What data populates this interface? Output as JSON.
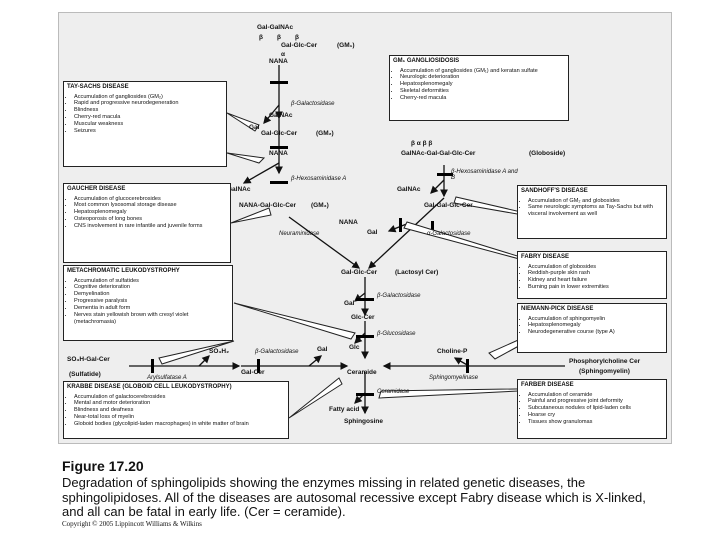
{
  "nodes": {
    "gal_galnac": "Gal-GalNAc",
    "beta1": "β",
    "beta2": "β",
    "beta3": "β",
    "alpha1": "α",
    "gal_glc_cer_top": "Gal-Glc-Cer",
    "gm1": "(GM₁)",
    "nana1": "NANA",
    "gal1": "Gal",
    "galnac1": "GalNAc",
    "gal_glc_cer_gm2": "Gal-Glc-Cer",
    "gm2a": "(GM₂)",
    "nana2": "NANA",
    "globo_greek": "β   α   β   β",
    "globoside_chain": "GalNAc-Gal-Gal-Glc-Cer",
    "globoside_label": "(Globoside)",
    "galnac2": "GalNAc",
    "galnac3": "GalNAc",
    "nana_gal_glc_cer": "NANA-Gal-Glc-Cer",
    "gm3": "(GM₃)",
    "gal_gal_glc_cer": "Gal-Gal-Glc-Cer",
    "nana3": "NANA",
    "gal2": "Gal",
    "gal_glc_cer_lac": "Gal-Glc-Cer",
    "lactosyl": "(Lactosyl Cer)",
    "gal3": "Gal",
    "glc_cer": "Glc-Cer",
    "glc": "Glc",
    "so3h_gal_cer": "SO₃H-Gal-Cer",
    "sulfatide": "(Sulfatide)",
    "so3h2": "SO₃H₂",
    "gal_cer": "Gal-Cer",
    "gal4": "Gal",
    "ceramide": "Ceramide",
    "choline": "Choline-P",
    "phospho": "Phosphorylcholine Cer",
    "sphingomyelin": "(Sphingomyelin)",
    "fatty_acid": "Fatty acid",
    "sphingosine": "Sphingosine"
  },
  "enzymes": {
    "b_gal1": "β-Galactosidase",
    "hexa": "β-Hexosaminidase A",
    "hexab": "β-Hexosaminidase A and B",
    "neuraminidase": "Neuraminidase",
    "a_gal": "α-Galactosidase",
    "b_gal2": "β-Galactosidase",
    "b_gluc": "β-Glucosidase",
    "arylsulf": "Arylsulfatase A",
    "b_gal3": "β-Galactosidase",
    "sphingo": "Sphingomyelinase",
    "ceramidase": "Ceramidase"
  },
  "boxes": {
    "gm1": {
      "title": "GM₁ GANGLIOSIDOSIS",
      "items": [
        "Accumulation of gangliosides (GM₁) and keratan sulfate",
        "Neurologic deterioration",
        "Hepatosplenomegaly",
        "Skeletal deformities",
        "Cherry-red macula"
      ]
    },
    "tay": {
      "title": "TAY-SACHS DISEASE",
      "items": [
        "Accumulation of gangliosides (GM₂)",
        "Rapid and progressive neurodegeneration",
        "Blindness",
        "Cherry-red macula",
        "Muscular weakness",
        "Seizures"
      ]
    },
    "gaucher": {
      "title": "GAUCHER DISEASE",
      "items": [
        "Accumulation of glucocerebrosides",
        "Most common lysosomal storage disease",
        "Hepatosplenomegaly",
        "Osteoporosis of long bones",
        "CNS involvement in rare infantile and juvenile forms"
      ]
    },
    "sandhoff": {
      "title": "SANDHOFF'S DISEASE",
      "items": [
        "Accumulation of GM₂ and globosides",
        "Same neurologic symptoms as Tay-Sachs but with visceral involvement as well"
      ]
    },
    "fabry": {
      "title": "FABRY DISEASE",
      "items": [
        "Accumulation of globosides",
        "Reddish-purple skin rash",
        "Kidney and heart failure",
        "Burning pain in lower extremities"
      ]
    },
    "mld": {
      "title": "METACHROMATIC LEUKODYSTROPHY",
      "items": [
        "Accumulation of sulfatides",
        "Cognitive deterioration",
        "Demyelination",
        "Progressive paralysis",
        "Dementia in adult form",
        "Nerves stain yellowish brown with cresyl violet (metachromasia)"
      ]
    },
    "niemann": {
      "title": "NIEMANN-PICK DISEASE",
      "items": [
        "Accumulation of sphingomyelin",
        "Hepatosplenomegaly",
        "Neurodegenerative course (type A)"
      ]
    },
    "krabbe": {
      "title": "KRABBE DISEASE (GLOBOID CELL LEUKODYSTROPHY)",
      "items": [
        "Accumulation of galactocerebrosides",
        "Mental and motor deterioration",
        "Blindness and deafness",
        "Near-total loss of myelin",
        "Globoid bodies (glycolipid-laden macrophages) in white matter of brain"
      ]
    },
    "farber": {
      "title": "FARBER DISEASE",
      "items": [
        "Accumulation of ceramide",
        "Painful and progressive joint deformity",
        "Subcutaneous nodules of lipid-laden cells",
        "Hoarse cry",
        "Tissues show granulomas"
      ]
    }
  },
  "caption": {
    "title": "Figure 17.20",
    "text": "Degradation of sphingolipids showing the enzymes missing in related genetic diseases, the sphingolipidoses. All of the diseases are autosomal recessive except Fabry disease which is X-linked, and all can be fatal in early life. (Cer = ceramide)."
  },
  "copyright": "Copyright © 2005 Lippincott Williams & Wilkins"
}
